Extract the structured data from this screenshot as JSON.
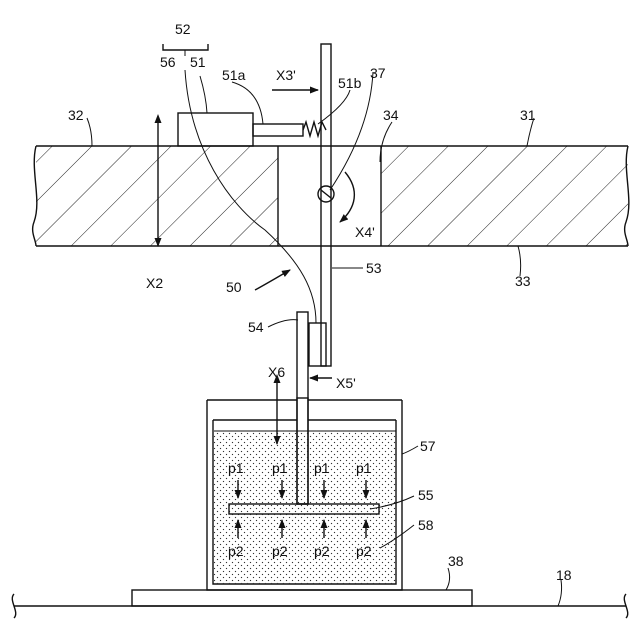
{
  "labels": {
    "l52": "52",
    "l56": "56",
    "l51": "51",
    "l51a": "51a",
    "lX3": "X3'",
    "l51b": "51b",
    "l37": "37",
    "l32": "32",
    "l34": "34",
    "l31": "31",
    "lX2": "X2",
    "lX4": "X4'",
    "l33": "33",
    "l50": "50",
    "l53": "53",
    "l54": "54",
    "lX6": "X6",
    "lX5": "X5'",
    "l57": "57",
    "l55": "55",
    "l58": "58",
    "l38": "38",
    "l18": "18",
    "p1": [
      "p1",
      "p1",
      "p1",
      "p1"
    ],
    "p2": [
      "p2",
      "p2",
      "p2",
      "p2"
    ]
  }
}
